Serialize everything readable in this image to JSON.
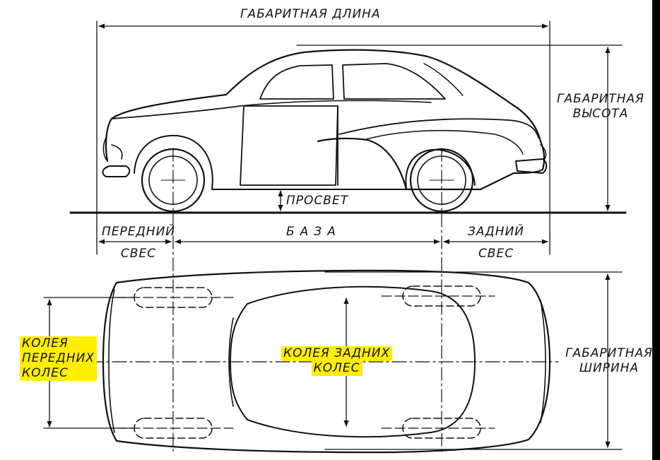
{
  "labels": {
    "overall_length": "ГАБАРИТНАЯ  ДЛИНА",
    "overall_height_1": "ГАБАРИТНАЯ",
    "overall_height_2": "ВЫСОТА",
    "clearance": "ПРОСВЕТ",
    "front_overhang_1": "ПЕРЕДНИЙ",
    "front_overhang_2": "СВЕС",
    "wheelbase": "БАЗА",
    "rear_overhang_1": "ЗАДНИЙ",
    "rear_overhang_2": "СВЕС",
    "front_track_1": "КОЛЕЯ",
    "front_track_2": "ПЕРЕДНИХ",
    "front_track_3": "КОЛЕС",
    "rear_track_1": "КОЛЕЯ  ЗАДНИХ",
    "rear_track_2": "КОЛЕС",
    "overall_width_1": "ГАБАРИТНАЯ",
    "overall_width_2": "ШИРИНА"
  },
  "colors": {
    "highlight": "#ffee00",
    "ink": "#111111",
    "background": "#ffffff",
    "frame": "#000000"
  }
}
